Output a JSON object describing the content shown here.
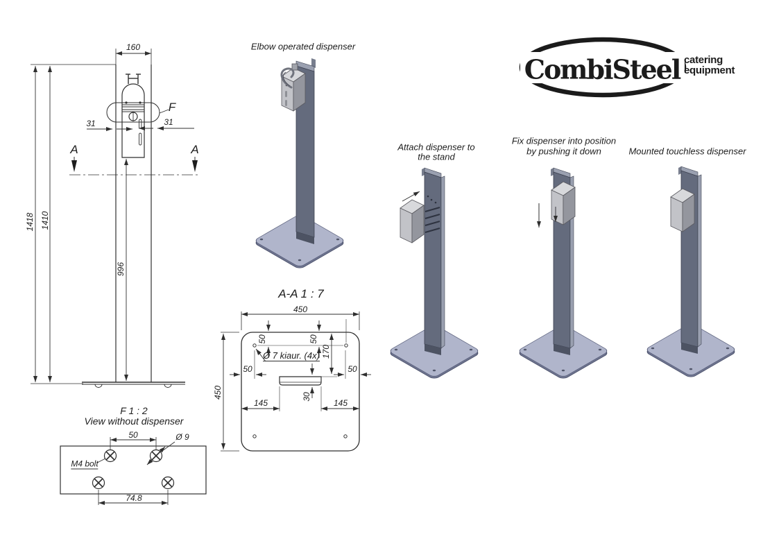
{
  "front": {
    "w": "160",
    "h1": "1418",
    "h2": "1410",
    "col": "996",
    "off_l": "31",
    "off_r": "31",
    "f": "F",
    "a_l": "A",
    "a_r": "A"
  },
  "detailf": {
    "title": "F 1 : 2",
    "subtitle": "View without dispenser",
    "d50": "50",
    "d748": "74.8",
    "dia9": "Ø 9",
    "m4": "M4 bolt"
  },
  "aa": {
    "title": "A-A 1 : 7",
    "w": "450",
    "h": "450",
    "tl50": "50",
    "tr50": "50",
    "v170": "170",
    "ml50": "50",
    "mr50": "50",
    "l145": "145",
    "s30": "30",
    "r145": "145",
    "holes": "Ø 7 kiaur. (4x)"
  },
  "captions": {
    "elbow": "Elbow operated dispenser",
    "attach1": "Attach dispenser to",
    "attach2": "the stand",
    "fix1": "Fix dispenser into position",
    "fix2": "by pushing it down",
    "mounted": "Mounted touchless dispenser"
  },
  "logo": {
    "brand": "CombiSteel",
    "tag1": "catering",
    "tag2": "equipment"
  },
  "colors": {
    "line": "#2f2f2f",
    "column_face": "#646b7d",
    "column_dark": "#4d5363",
    "column_light": "#9aa0b0",
    "column_tab": "#787e8e",
    "base_top": "#b0b5cb",
    "base_edge": "#6f7590",
    "disp_light": "#d8d9dc",
    "disp_mid": "#c2c3c8",
    "disp_dark": "#94969e"
  }
}
